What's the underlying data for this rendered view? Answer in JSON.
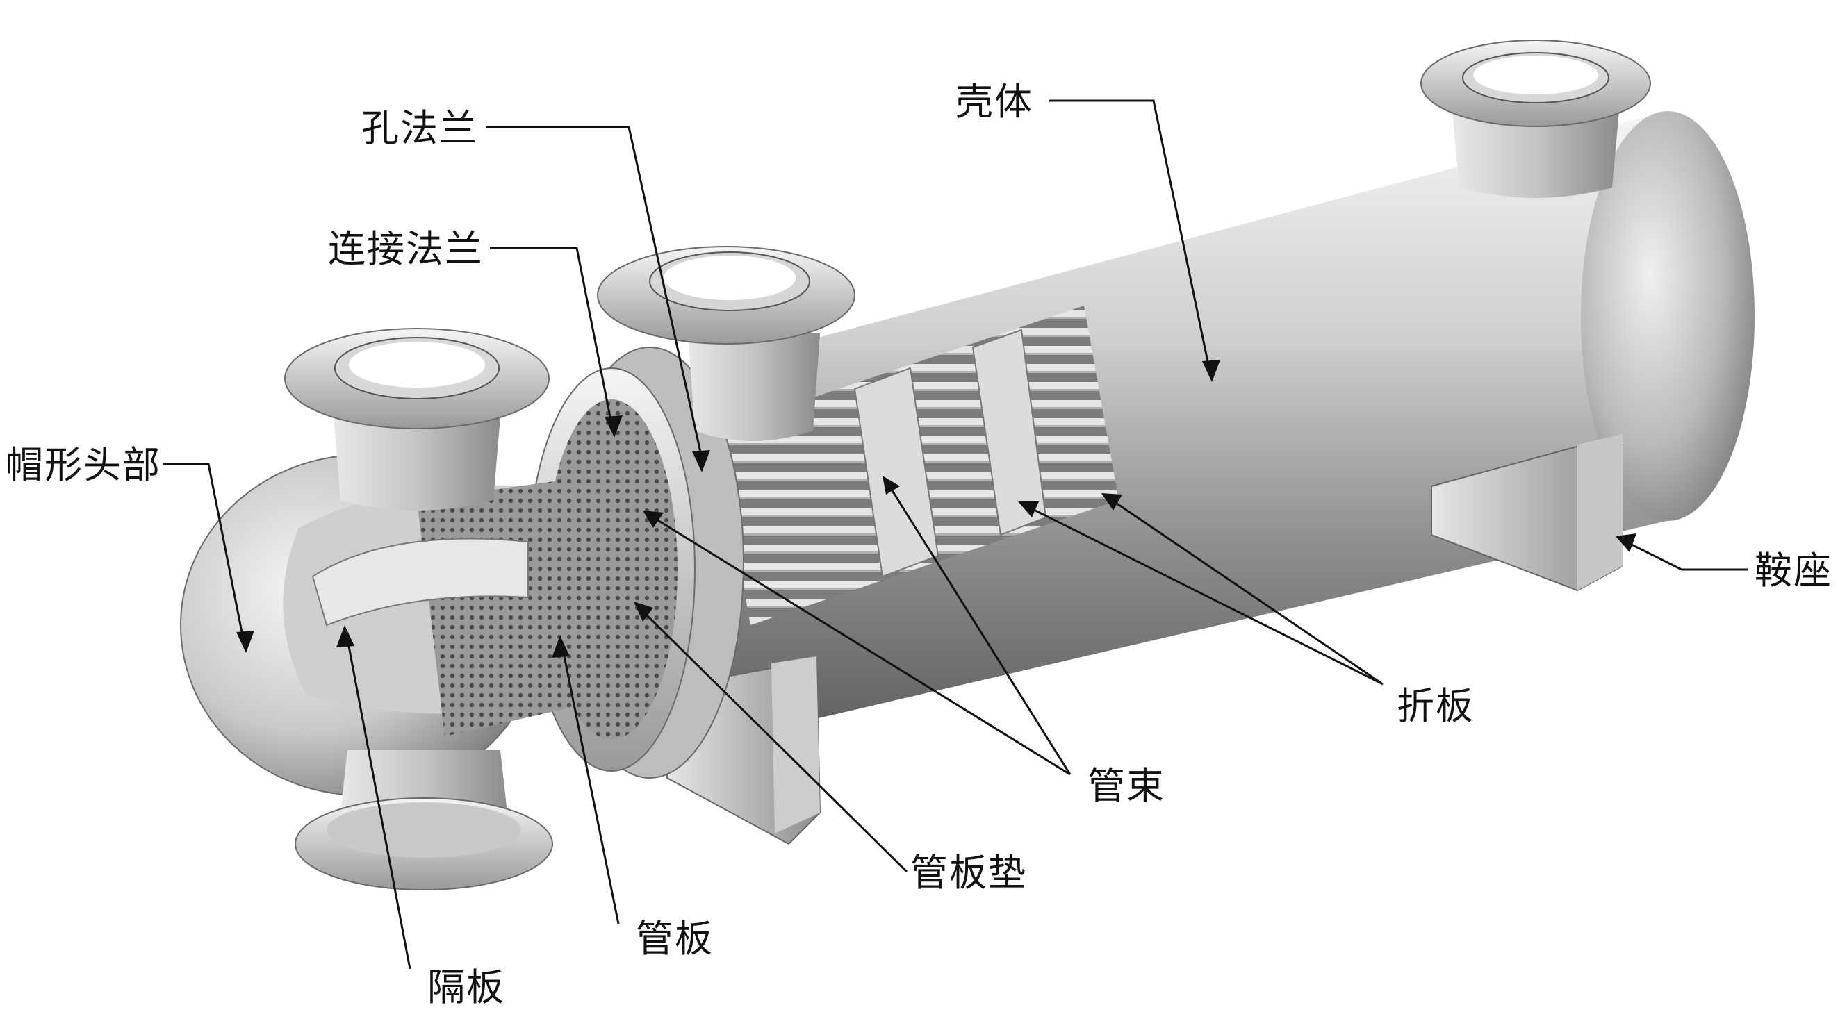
{
  "labels": {
    "flange_hole": "孔法兰",
    "connecting_flange": "连接法兰",
    "bonnet_head": "帽形头部",
    "shell": "壳体",
    "saddle": "鞍座",
    "baffle": "折板",
    "tube_bundle": "管束",
    "tubesheet_gasket": "管板垫",
    "tubesheet": "管板",
    "pass_partition": "隔板"
  }
}
